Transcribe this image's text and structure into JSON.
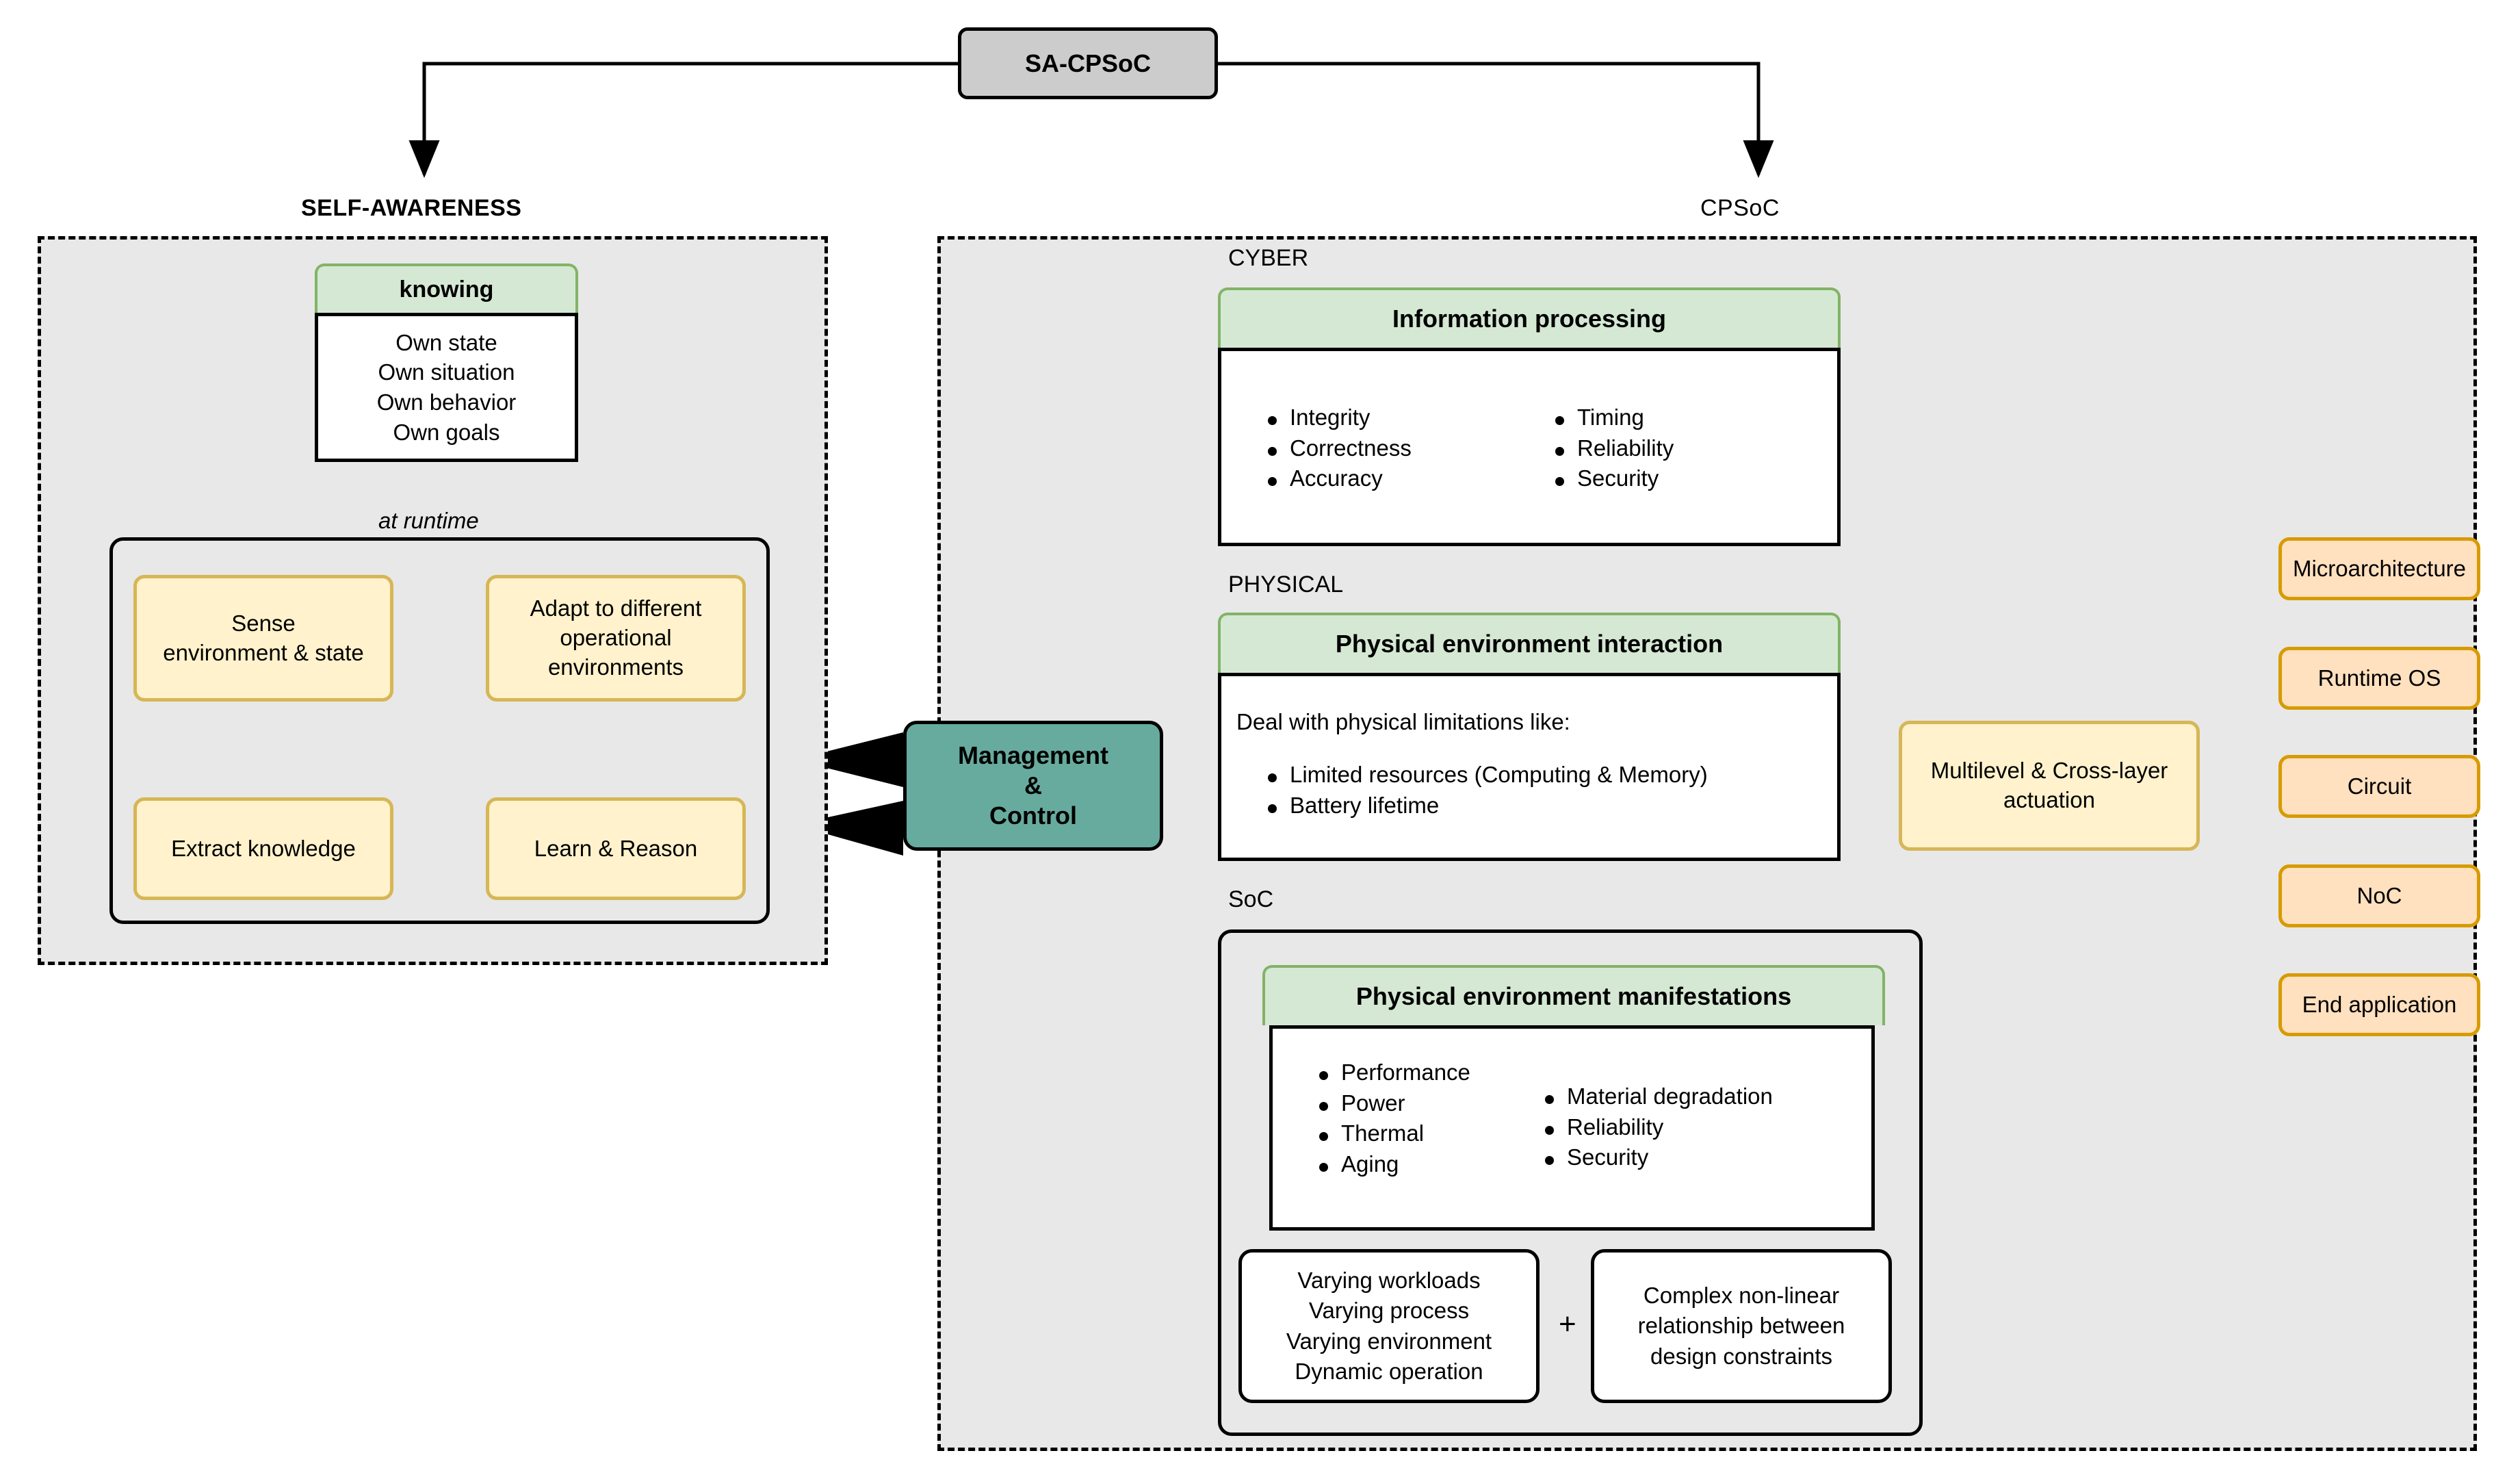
{
  "title": {
    "label": "SA-CPSoC"
  },
  "branches": {
    "left_label": "SELF-AWARENESS",
    "right_label": "CPSoC"
  },
  "self_awareness": {
    "knowing": {
      "header": "knowing",
      "items": [
        "Own state",
        "Own situation",
        "Own behavior",
        "Own goals"
      ]
    },
    "runtime_note": "at runtime",
    "loop": {
      "sense": "Sense\nenvironment & state",
      "sense_line1": "Sense",
      "sense_line2": "environment & state",
      "adapt_line1": "Adapt to different",
      "adapt_line2": "operational",
      "adapt_line3": "environments",
      "extract": "Extract knowledge",
      "learn": "Learn & Reason"
    }
  },
  "management": {
    "line1": "Management",
    "line2": "&",
    "line3": "Control"
  },
  "cpsoc": {
    "cyber": {
      "section_label": "CYBER",
      "header": "Information processing",
      "bullets_left": [
        "Integrity",
        "Correctness",
        "Accuracy"
      ],
      "bullets_right": [
        "Timing",
        "Reliability",
        "Security"
      ]
    },
    "physical": {
      "section_label": "PHYSICAL",
      "header": "Physical environment interaction",
      "intro": "Deal with physical limitations like:",
      "bullets": [
        "Limited resources (Computing & Memory)",
        "Battery lifetime"
      ]
    },
    "soc": {
      "section_label": "SoC",
      "header": "Physical environment manifestations",
      "bullets_left": [
        "Performance",
        "Power",
        "Thermal",
        "Aging"
      ],
      "bullets_right": [
        "Material degradation",
        "Reliability",
        "Security"
      ],
      "varying_box": [
        "Varying workloads",
        "Varying process",
        "Varying environment",
        "Dynamic operation"
      ],
      "plus_sign": "+",
      "complex_box": [
        "Complex non-linear",
        "relationship between",
        "design constraints"
      ]
    }
  },
  "actuation": {
    "line1": "Multilevel & Cross-layer",
    "line2": "actuation",
    "targets": [
      "Microarchitecture",
      "Runtime OS",
      "Circuit",
      "NoC",
      "End application"
    ]
  },
  "colors": {
    "region_fill": "#e8e8e8",
    "title_fill": "#cccccc",
    "green_fill": "#d5e8d4",
    "green_border": "#82b366",
    "yellow_fill": "#fff2cc",
    "yellow_border": "#d6b656",
    "orange_fill": "#ffe0bf",
    "orange_border": "#d79b00",
    "teal_fill": "#67ab9f",
    "stroke": "#000000"
  }
}
